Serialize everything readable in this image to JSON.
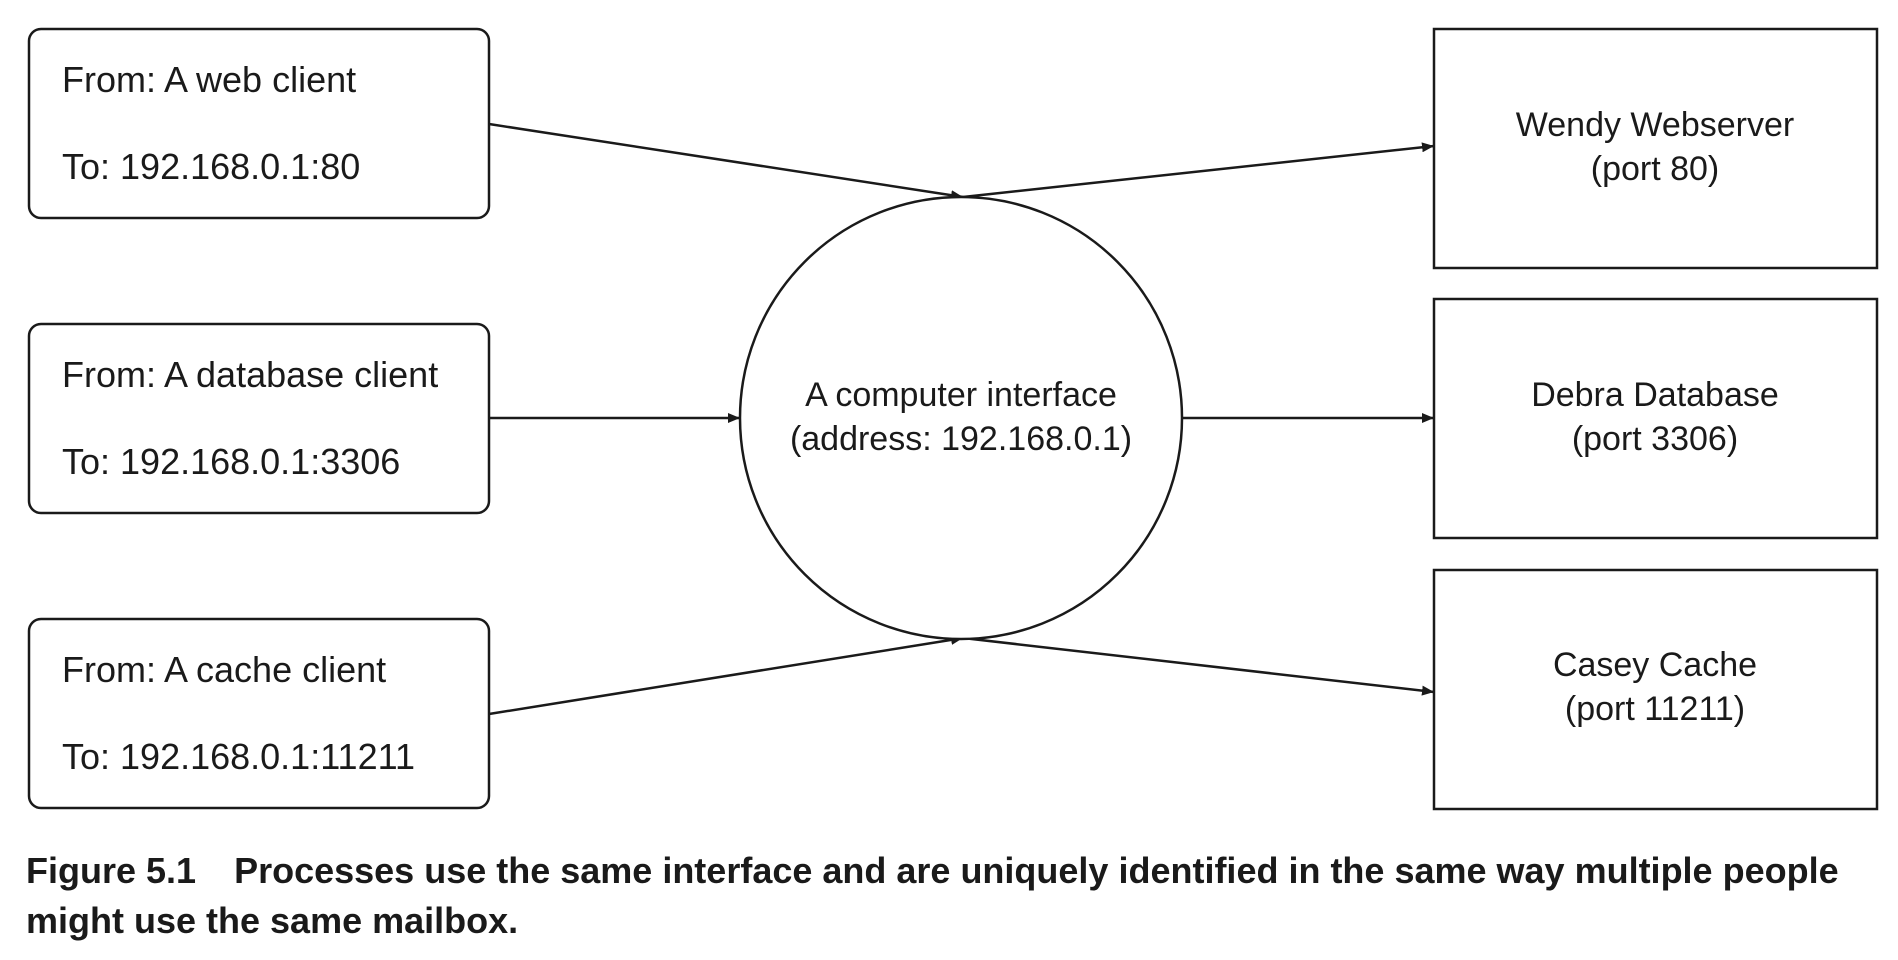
{
  "clients": [
    {
      "from": "From: A web client",
      "to": "To: 192.168.0.1:80"
    },
    {
      "from": "From: A database client",
      "to": "To: 192.168.0.1:3306"
    },
    {
      "from": "From: A cache client",
      "to": "To: 192.168.0.1:11211"
    }
  ],
  "interface": {
    "line1": "A computer interface",
    "line2": "(address: 192.168.0.1)"
  },
  "services": [
    {
      "name": "Wendy Webserver",
      "port": "(port 80)"
    },
    {
      "name": "Debra Database",
      "port": "(port 3306)"
    },
    {
      "name": "Casey Cache",
      "port": "(port 11211)"
    }
  ],
  "caption": {
    "label": "Figure 5.1",
    "text": "Processes use the same interface and are uniquely identified in the same way multiple people might use the same mailbox."
  }
}
